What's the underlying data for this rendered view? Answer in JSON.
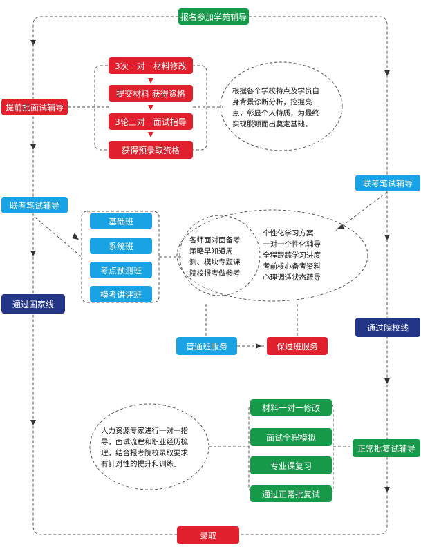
{
  "header": {
    "title": "报名参加学苑辅导"
  },
  "left_track": {
    "early_interview": "提前批面试辅导",
    "joint_exam": "联考笔试辅导",
    "national_line": "通过国家线"
  },
  "right_track": {
    "joint_exam": "联考笔试辅导",
    "school_line": "通过院校线",
    "regular_retest": "正常批复试辅导"
  },
  "early_steps": [
    "3次一对一材料修改",
    "提交材料 获得资格",
    "3轮三对一面试指导",
    "获得预录取资格"
  ],
  "early_note": "根据各个学校特点及学员自\n身背景诊断分析，挖掘亮\n点，彰显个人特质，为最终\n实现脱颖而出奠定基础。",
  "classes": [
    "基础班",
    "系统班",
    "考点预测班",
    "模考讲评班"
  ],
  "teacher_note": "各师面对面备考\n策略早知道周\n测、模块专题课\n院校报考做参考",
  "plan_note": "个性化学习方案\n一对一个性化辅导\n全程跟踪学习进度\n考前核心备考资料\n心理调适状态疏导",
  "services": {
    "regular": "普通班服务",
    "guarantee": "保过班服务"
  },
  "retest_steps": [
    "材料一对一修改",
    "面试全程模拟",
    "专业课复习",
    "通过正常批复试"
  ],
  "retest_note": "人力资源专家进行一对一指\n导，面试流程和职业经历梳\n理，结合报考院校录取要求\n有针对性的提升和训练。",
  "footer": {
    "admitted": "录取"
  },
  "colors": {
    "green": "#169a4a",
    "red": "#e0202c",
    "blue": "#1aa3e4",
    "navy": "#233586",
    "line": "#555555"
  }
}
